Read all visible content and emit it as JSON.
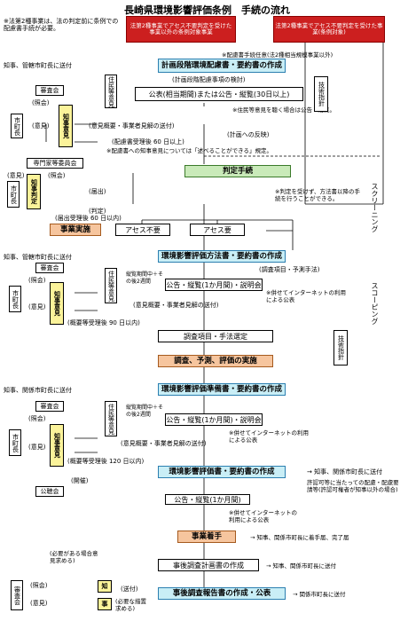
{
  "title": "長崎県環境影響評価条例　手続の流れ",
  "note_left": "※法第2種事業は、法の判定前に条例での配慮書手続が必要。",
  "top_box_1": "法第2種事業でアセス不要判定を受けた事業以外の条例対象事業",
  "top_box_2": "法第2種事業でアセス不要判定を受けた事業(条例対象)",
  "haikyo_note": "※配慮書手続任意(法2種相当規模事業以外)",
  "notify_1": "知事、管轄市町長に送付",
  "s1_main": "計画段階環境配慮書・要約書の作成",
  "s1_review": "(計画段階配慮事項の検討)",
  "s1_public": "公表(相当期間)または公告・縦覧(30日以上)",
  "s1_public_note": "※住民等意見を聴く場合は公告・縦覧。",
  "s1_opinion_send": "(意見概要・事業者見解の送付)",
  "s1_reflect": "(計画への反映)",
  "s1_deadline": "(配慮書受理後 60 日以上)",
  "s1_governor_note": "※配慮書への知事意見については「述べることができる」規定。",
  "shinsakai": "審査会",
  "senmonka": "専門家等委員会",
  "shicho": "市町長",
  "jumin": "住民等意見",
  "chiji_iken": "知事意見",
  "chiji_hantei": "知事判定",
  "gijutsu": "技術指針",
  "shokai": "(照会)",
  "iken": "(意見)",
  "judge": "判定手続",
  "screening": "スクリーニング",
  "todokede": "(届出)",
  "hantei": "(判定)",
  "todokede_deadline": "(届出受理後 60 日以内)",
  "hantei_note": "※判定を受けず、方法書以降の手続を行うことができる。",
  "jigyo_jisshi": "事業実施",
  "asesu_fuyo": "アセス不要",
  "asesu_hitsuyo": "アセス要",
  "notify_2": "知事、管轄市町長に送付",
  "s2_main": "環境影響評価方法書・要約書の作成",
  "s2_items": "(調査項目・予測手法)",
  "s2_period": "縦覧期間中＋その後2週間",
  "s2_public": "公告・縦覧(1か月間)・説明会",
  "s2_internet": "※併せてインターネットの利用による公表",
  "s2_opinion_send": "(意見概要・事業者見解の送付)",
  "s2_deadline": "(概要等受理後 90 日以内)",
  "scoping": "スコーピング",
  "s2_select": "調査項目・手法選定",
  "s2_exec": "調査、予測、評価の実施",
  "notify_3": "知事、関係市町長に送付",
  "s3_main": "環境影響評価準備書・要約書の作成",
  "s3_period": "縦覧期間中＋その後2週間",
  "s3_public": "公告・縦覧(1か月間)・説明会",
  "s3_internet": "※併せてインターネットの利用による公表",
  "s3_opinion_send": "(意見概要・事業者見解の送付)",
  "s3_deadline": "(概要等受理後 120 日以内)",
  "kaisai": "(開催)",
  "kochokai": "公聴会",
  "s4_main": "環境影響評価書・要約書の作成",
  "s4_notify": "→ 知事、関係市町長に送付",
  "s4_note": "許認可等に当たっての配慮・配慮要請等(許認可権者が知事以外の場合)",
  "s4_public": "公告・縦覧(1か月間)",
  "s4_internet": "※併せてインターネットの利用による公表",
  "chakushu": "事業着手",
  "chakushu_notify": "→ 知事、関係市町長に着手届、完了届",
  "s5_plan": "事後調査計画書の作成",
  "s5_plan_notify": "→ 知事、関係市町長に送付",
  "s5_report": "事後調査報告書の作成・公表",
  "s5_report_notify": "→ 関係市町長に送付",
  "hitsuyo_ask": "(必要がある場合意見求める)",
  "hitsuyo_sochi": "(必要な措置求める)",
  "sofu": "(送付)",
  "chi": "知",
  "ji": "事"
}
